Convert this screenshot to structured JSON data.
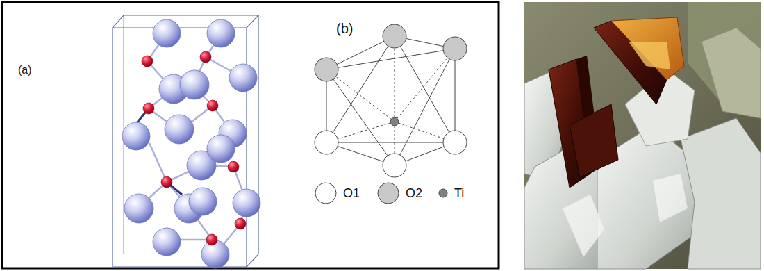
{
  "diagram": {
    "labels": [
      "(a)",
      "(b)"
    ],
    "legend": [
      {
        "text": "O1",
        "color": "#ffffff"
      },
      {
        "text": "O2",
        "color": "#c8c8c8"
      },
      {
        "text": "Ti",
        "color": "#808080"
      }
    ]
  }
}
